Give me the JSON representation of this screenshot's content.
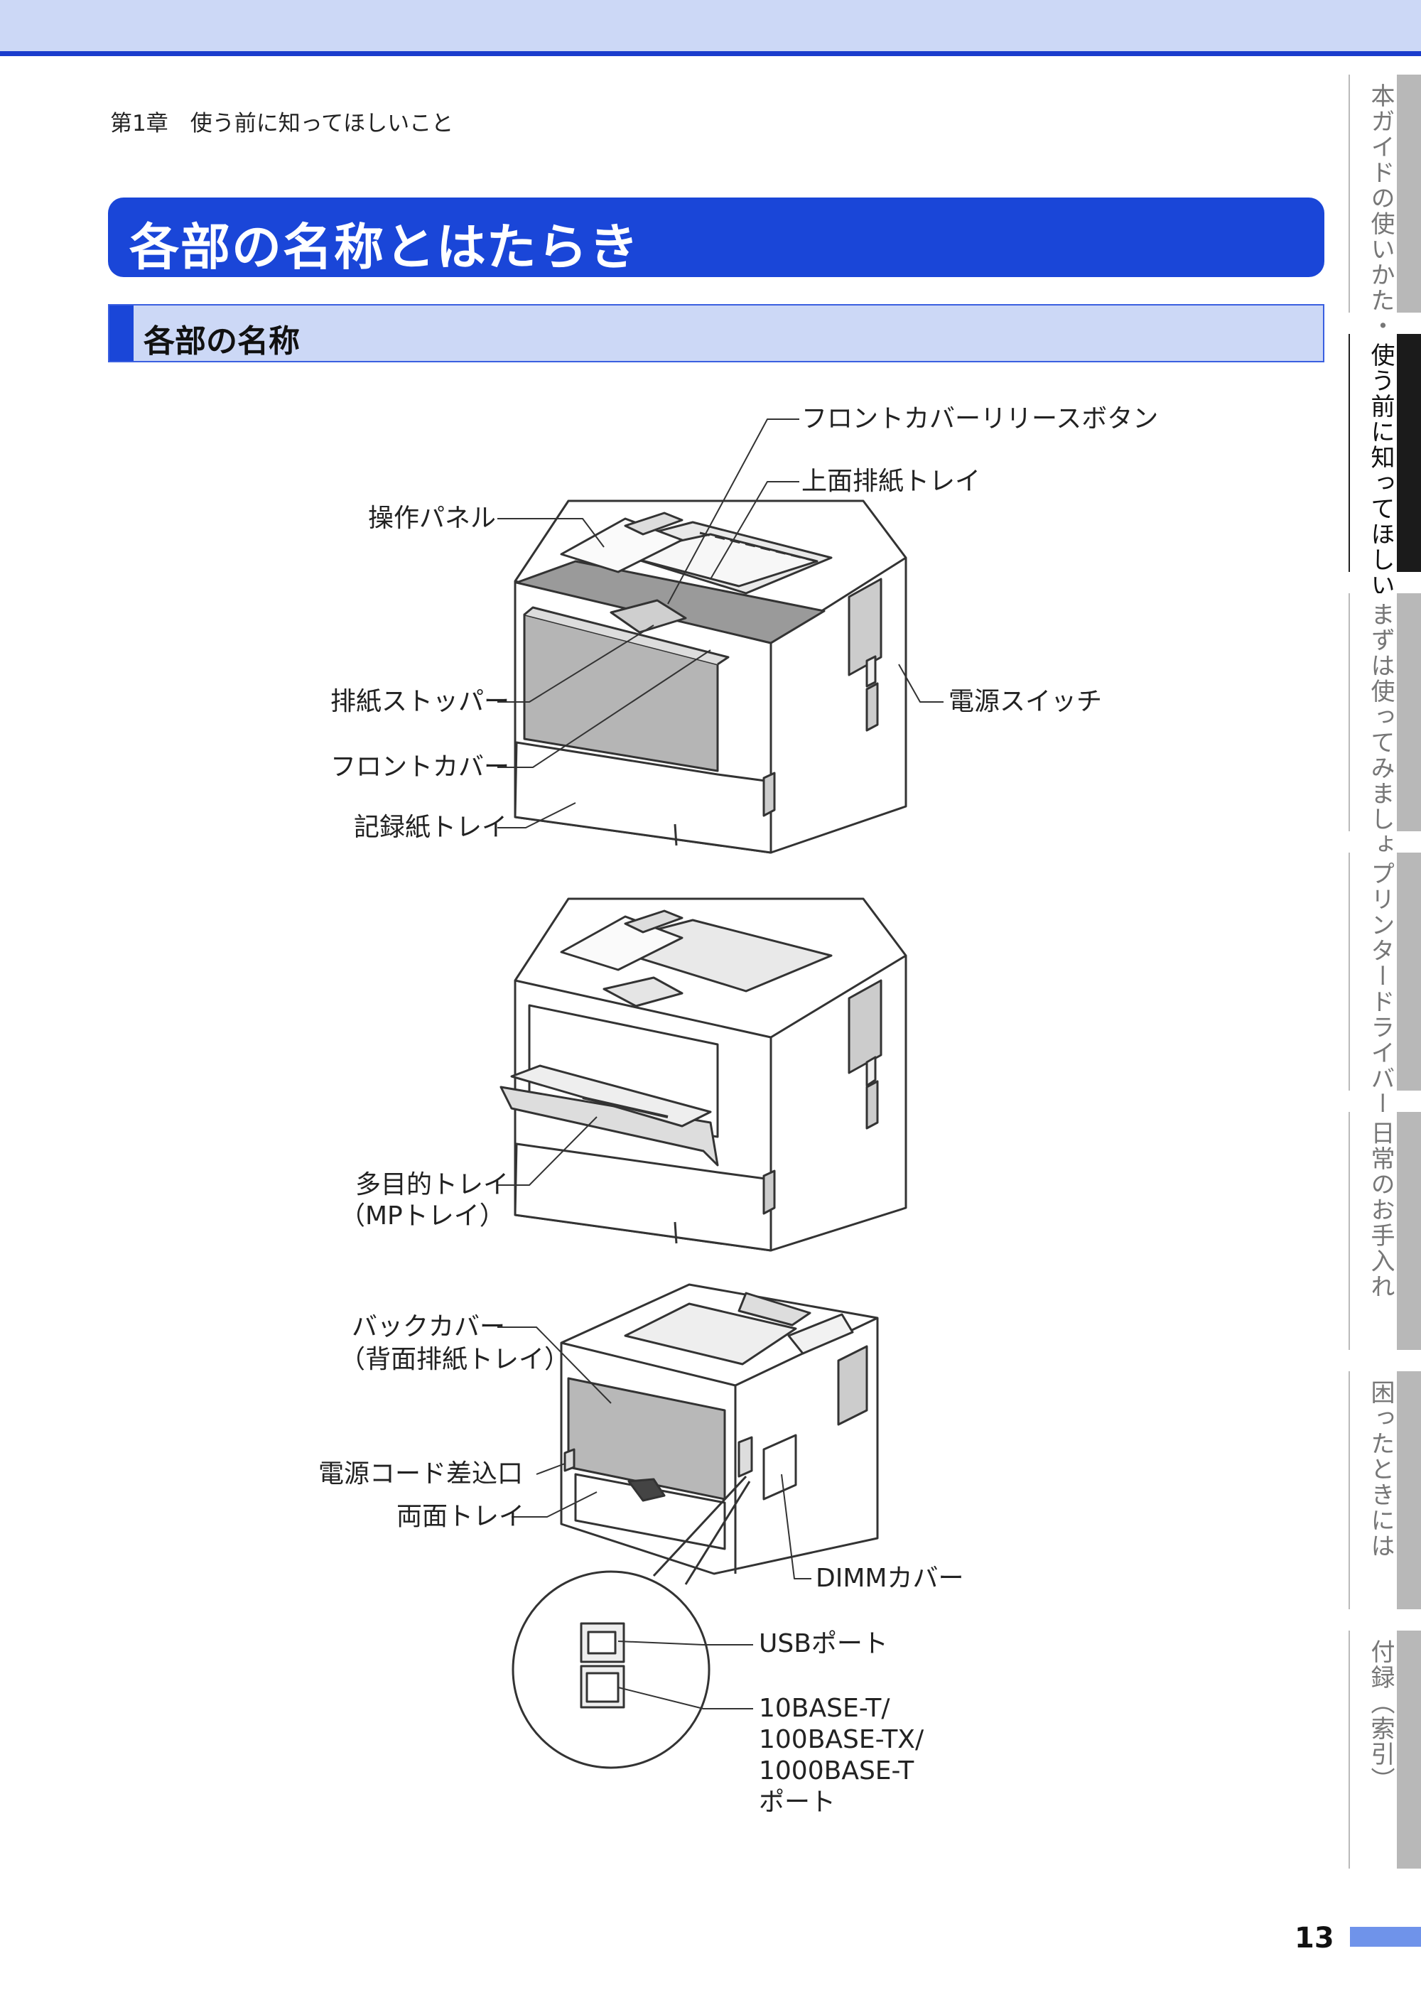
{
  "header": {
    "chapter": "第1章　使う前に知ってほしいこと",
    "page_title": "各部の名称とはたらき",
    "section_title": "各部の名称"
  },
  "labels": {
    "front_cover_release": "フロントカバーリリースボタン",
    "top_output_tray": "上面排紙トレイ",
    "control_panel": "操作パネル",
    "output_stopper": "排紙ストッパー",
    "power_switch": "電源スイッチ",
    "front_cover": "フロントカバー",
    "paper_tray": "記録紙トレイ",
    "mp_tray_1": "多目的トレイ",
    "mp_tray_2": "（MPトレイ）",
    "back_cover_1": "バックカバー",
    "back_cover_2": "（背面排紙トレイ）",
    "power_inlet": "電源コード差込口",
    "duplex_tray": "両面トレイ",
    "dimm_cover": "DIMMカバー",
    "usb_port": "USBポート",
    "lan_port_1": "10BASE-T/",
    "lan_port_2": "100BASE-TX/",
    "lan_port_3": "1000BASE-T",
    "lan_port_4": "ポート"
  },
  "tabs": [
    {
      "label": "本ガイドの使いかた・目次",
      "active": false
    },
    {
      "label": "使う前に知ってほしいこと",
      "active": true
    },
    {
      "label": "まずは使ってみましょう",
      "active": false
    },
    {
      "label": "プリンタードライバー",
      "active": false
    },
    {
      "label": "日常のお手入れ",
      "active": false
    },
    {
      "label": "困ったときには",
      "active": false
    },
    {
      "label": "付録（索引）",
      "active": false
    }
  ],
  "page_number": "13",
  "colors": {
    "accent": "#1a46d8",
    "band": "#ccd8f6",
    "tab_active": "#1b1b1b",
    "tab_inactive": "#b8b8b8"
  }
}
